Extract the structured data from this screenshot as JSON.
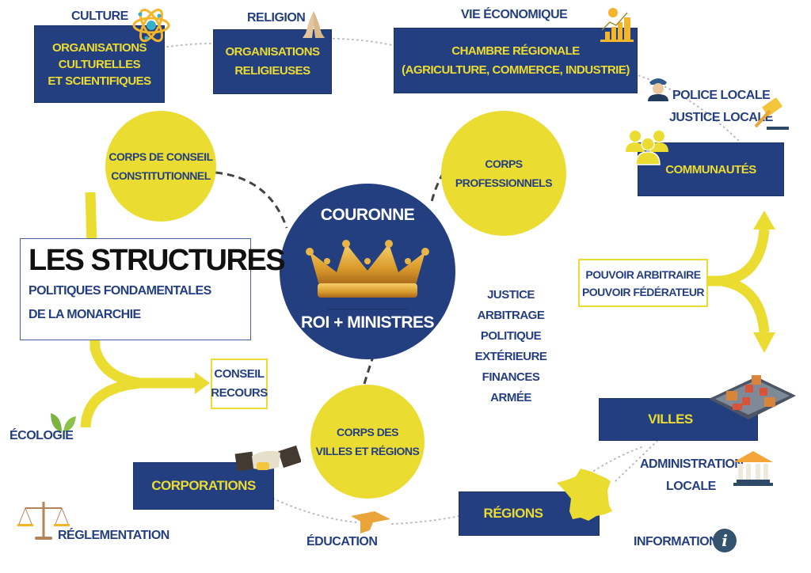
{
  "title": {
    "main": "LES STRUCTURES",
    "sub_line1": "POLITIQUES FONDAMENTALES",
    "sub_line2": "DE LA MONARCHIE"
  },
  "center": {
    "top": "COURONNE",
    "bottom": "ROI + MINISTRES",
    "icon": "crown-icon"
  },
  "powers": [
    "JUSTICE",
    "ARBITRAGE",
    "POLITIQUE EXTÉRIEURE",
    "FINANCES",
    "ARMÉE"
  ],
  "circles": {
    "constitutionnel": [
      "CORPS DE CONSEIL",
      "CONSTITUTIONNEL"
    ],
    "professionnels": [
      "CORPS",
      "PROFESSIONNELS"
    ],
    "villes_regions": [
      "CORPS DES",
      "VILLES ET RÉGIONS"
    ]
  },
  "boxes": {
    "culture": {
      "caption": "CULTURE",
      "lines": [
        "ORGANISATIONS",
        "CULTURELLES",
        "ET SCIENTIFIQUES"
      ],
      "icon": "atom-icon"
    },
    "religion": {
      "caption": "RELIGION",
      "lines": [
        "ORGANISATIONS",
        "RELIGIEUSES"
      ],
      "icon": "praying-hands-icon"
    },
    "economie": {
      "caption": "VIE ÉCONOMIQUE",
      "lines": [
        "CHAMBRE RÉGIONALE",
        "(AGRICULTURE, COMMERCE, INDUSTRIE)"
      ],
      "icon": "growth-chart-icon"
    },
    "communautes": {
      "label": "COMMUNAUTÉS",
      "icon": "people-group-icon"
    },
    "villes": {
      "label": "VILLES",
      "icon": "city-block-icon"
    },
    "regions": {
      "label": "RÉGIONS",
      "icon": "france-map-icon"
    },
    "corporations": {
      "label": "CORPORATIONS",
      "icon": "handshake-icon"
    }
  },
  "labels": {
    "police": "POLICE LOCALE",
    "justice": "JUSTICE LOCALE",
    "pouvoir_arbitraire": "POUVOIR ARBITRAIRE",
    "pouvoir_federateur": "POUVOIR FÉDÉRATEUR",
    "conseil": "CONSEIL",
    "recours": "RECOURS",
    "ecologie": "ÉCOLOGIE",
    "reglementation": "RÉGLEMENTATION",
    "education": "ÉDUCATION",
    "administration": "ADMINISTRATION",
    "locale": "LOCALE",
    "information": "INFORMATION"
  },
  "colors": {
    "navy": "#243f80",
    "yellow": "#ebdc32",
    "dash": "#444444",
    "dots": "#bbbbbb"
  }
}
